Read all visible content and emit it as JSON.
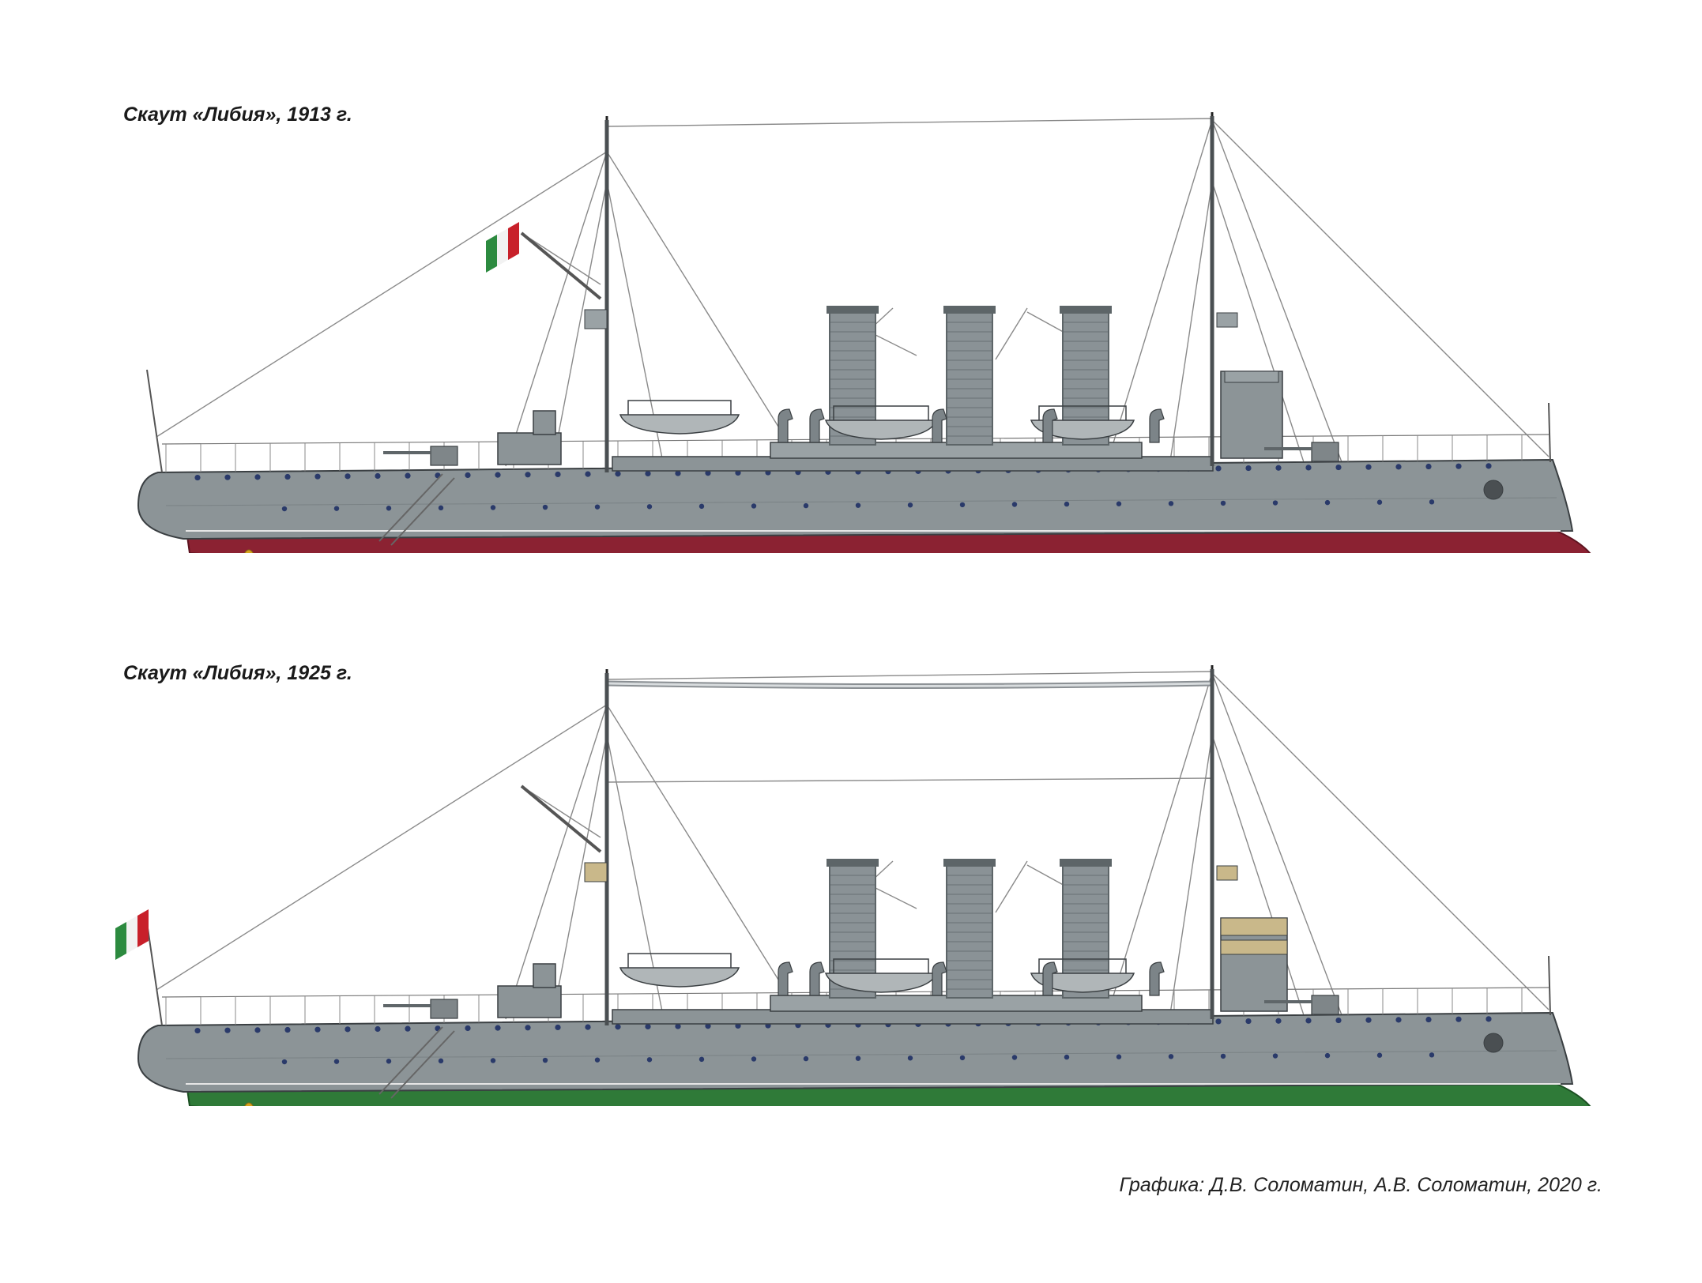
{
  "captions": {
    "top": "Скаут «Либия», 1913 г.",
    "bottom": "Скаут «Либия», 1925 г.",
    "credit": "Графика: Д.В. Соломатин, А.В. Соломатин, 2020 г."
  },
  "ships": [
    {
      "id": "1913",
      "hull_color": "#8b2232",
      "hull_color_dark": "#5d1420",
      "upper_color": "#8c9497",
      "radio_antenna": false,
      "flag_position": "mainmast-gaff"
    },
    {
      "id": "1925",
      "hull_color": "#2f7a38",
      "hull_color_dark": "#1b4f22",
      "upper_color": "#8c9497",
      "radio_antenna": true,
      "flag_position": "stern-staff"
    }
  ],
  "colors": {
    "funnel": "#8a9296",
    "funnel_dark": "#5d6568",
    "rigging": "#8a8a8a",
    "portholes": "#2a3a6a",
    "flag_green": "#2c8a3f",
    "flag_white": "#f2f2f2",
    "flag_red": "#c8202a",
    "propeller": "#d6a21c",
    "bridge_tan": "#c9b88a"
  }
}
